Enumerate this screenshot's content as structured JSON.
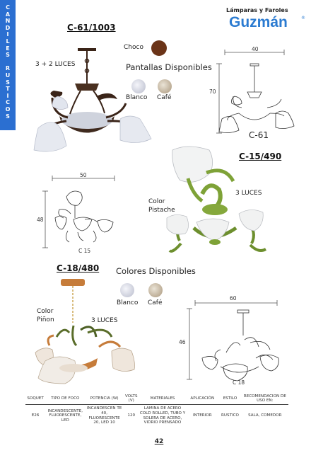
{
  "sidebar_letters": [
    "C",
    "A",
    "N",
    "D",
    "I",
    "L",
    "E",
    "S",
    "",
    "R",
    "U",
    "S",
    "T",
    "I",
    "C",
    "O",
    "S"
  ],
  "brand": {
    "tagline": "Lámparas y Faroles",
    "name": "Guzmán"
  },
  "products": [
    {
      "code": "C-61/1003",
      "lights": "3 + 2 LUCES",
      "drawing_label": "C-61",
      "width": "40",
      "height": "70"
    },
    {
      "code": "C-15/490",
      "lights": "3 LUCES",
      "color_label": "Color Pistache",
      "drawing_label": "C 15",
      "width": "50",
      "height": "48"
    },
    {
      "code": "C-18/480",
      "lights": "3 LUCES",
      "color_label": "Color Piñon",
      "drawing_label": "C 18",
      "width": "60",
      "height": "46"
    }
  ],
  "finish_label": "Choco",
  "colors": {
    "choco": "#6b3418",
    "blanco": "#dcdde6",
    "cafe": "#b8a68e",
    "sidebar": "#2b6fd1",
    "pistache": "#7ea237",
    "pinon": "#c67c3a"
  },
  "shades_title": "Pantallas Disponibles",
  "colors_title": "Colores Disponibles",
  "shade_options": [
    "Blanco",
    "Café"
  ],
  "color_options": [
    "Blanco",
    "Café"
  ],
  "spec_table": {
    "headers": [
      "SOQUET",
      "TIPO DE FOCO",
      "POTENCIA (W)",
      "VOLTS (V)",
      "MATERIALES",
      "APLICACIÓN",
      "ESTILO",
      "RECOMENDACION DE USO EN:"
    ],
    "row": [
      "E26",
      "INCANDESCENTE, FLUORESCENTE, LED",
      "INCANDESCEN TE 40, FLUORESCENTE 20, LED 10",
      "120",
      "LAMINA DE ACERO COLD ROLLED, TUBO Y SOLERA DE ACERO, VIDRIO PRENSADO",
      "INTERIOR",
      "RUSTICO",
      "SALA, COMEDOR"
    ]
  },
  "page_number": "42"
}
